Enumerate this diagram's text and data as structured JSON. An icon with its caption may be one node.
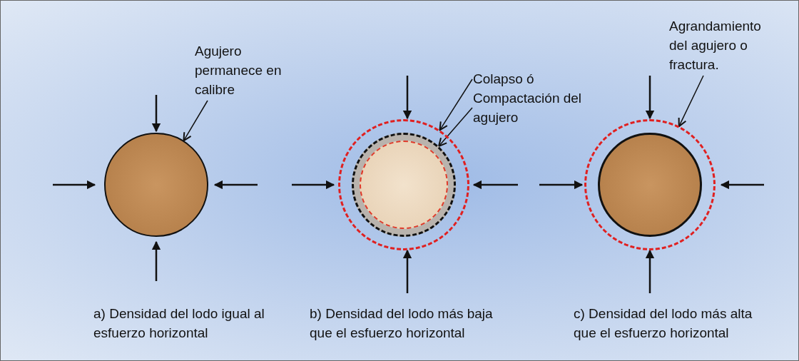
{
  "diagram": {
    "nodes": [
      {
        "text": [
          "Agujero permanece en calibre"
        ]
      },
      {
        "text": [],
        "shape": "circle"
      },
      {
        "text": [
          "Colapso ó Compactación del agujero"
        ]
      },
      {
        "text": [],
        "shape": "circle"
      },
      {
        "text": [],
        "shape": "circle",
        "in": 3
      },
      {
        "text": [],
        "shape": "circle",
        "in": 4
      },
      {
        "text": [
          "Agrandamiento del agujero o fractura."
        ]
      },
      {
        "text": [],
        "shape": "circle"
      },
      {
        "text": [],
        "shape": "circle",
        "in": 7
      }
    ],
    "edges": [
      {
        "from": 0,
        "to": 1,
        "arrow": "to"
      },
      {
        "from": 2,
        "to": 3,
        "arrow": "to"
      },
      {
        "from": 2,
        "to": 4,
        "arrow": "to"
      },
      {
        "from": 6,
        "to": 7,
        "arrow": "to"
      }
    ],
    "labels": [
      "a) Densidad del lodo igual al esfuerzo horizontal",
      "b) Densidad del lodo más baja que el esfuerzo horizontal",
      "c) Densidad del lodo más alta que el esfuerzo horizontal"
    ]
  }
}
